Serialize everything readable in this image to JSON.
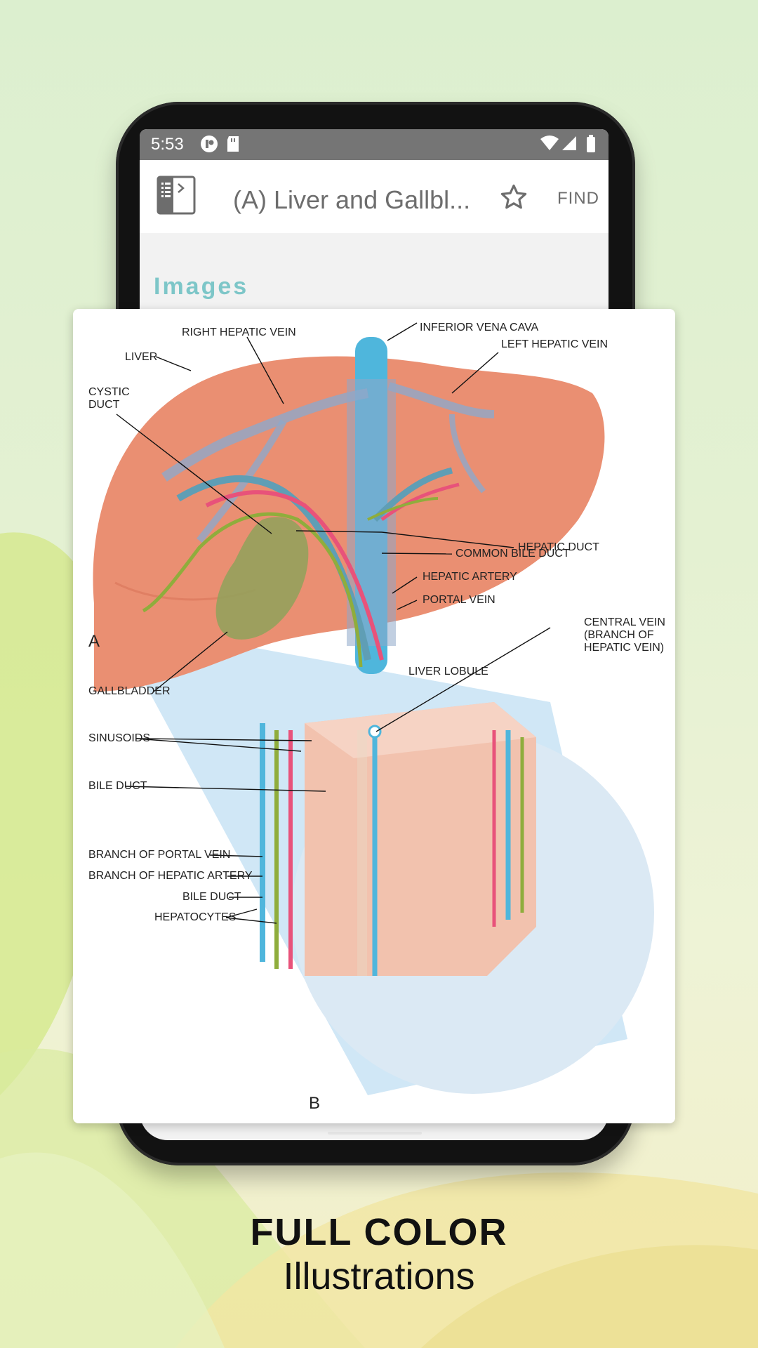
{
  "status_bar": {
    "time": "5:53"
  },
  "app_bar": {
    "title": "(A) Liver and Gallbl...",
    "find_label": "FIND"
  },
  "section": {
    "title": "Images"
  },
  "illustration": {
    "labels": {
      "right_hepatic_vein": "RIGHT HEPATIC VEIN",
      "inferior_vena_cava": "INFERIOR VENA CAVA",
      "liver": "LIVER",
      "left_hepatic_vein": "LEFT HEPATIC VEIN",
      "cystic_duct_1": "CYSTIC",
      "cystic_duct_2": "DUCT",
      "hepatic_duct": "HEPATIC DUCT",
      "common_bile_duct": "COMMON BILE DUCT",
      "hepatic_artery": "HEPATIC ARTERY",
      "portal_vein": "PORTAL VEIN",
      "panel_a": "A",
      "central_vein_1": "CENTRAL VEIN",
      "central_vein_2": "(BRANCH OF",
      "central_vein_3": "HEPATIC VEIN)",
      "gallbladder": "GALLBLADDER",
      "liver_lobule": "LIVER LOBULE",
      "sinusoids": "SINUSOIDS",
      "bile_duct_top": "BILE DUCT",
      "branch_portal_vein": "BRANCH OF PORTAL VEIN",
      "branch_hepatic_artery": "BRANCH OF HEPATIC ARTERY",
      "bile_duct_bottom": "BILE DUCT",
      "hepatocytes": "HEPATOCYTES",
      "panel_b": "B"
    }
  },
  "promo": {
    "title": "FULL COLOR",
    "subtitle": "Illustrations"
  },
  "colors": {
    "liver": "#ea8f72",
    "vein_blue": "#4fb6dc",
    "artery_red": "#e8527a",
    "duct_green": "#8fad3c",
    "accent_teal": "#7dc6c8"
  }
}
